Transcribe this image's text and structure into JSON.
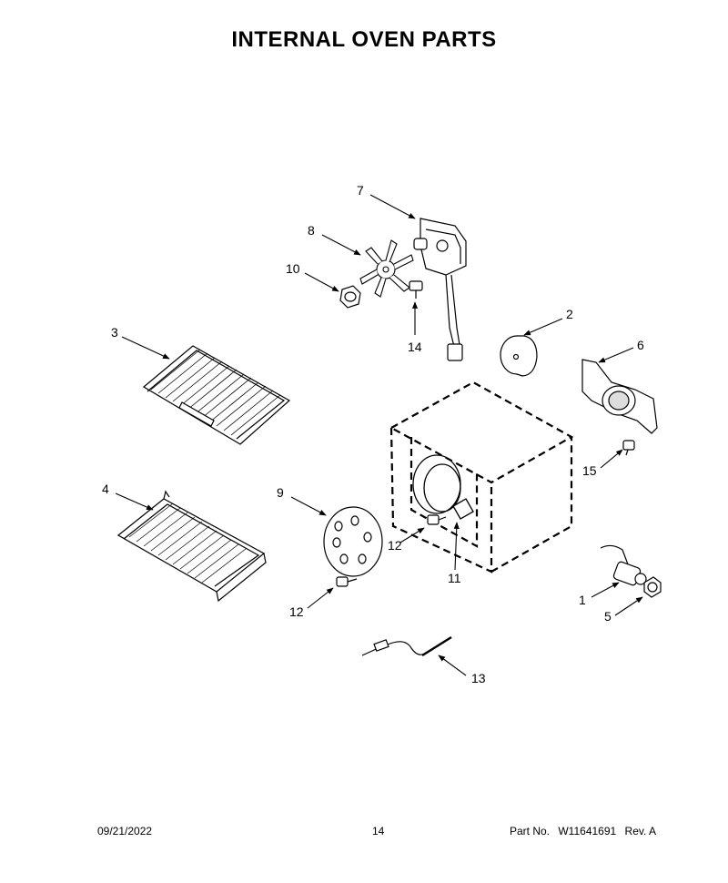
{
  "page": {
    "title": "INTERNAL OVEN PARTS"
  },
  "callouts": [
    {
      "id": "1",
      "label": "1"
    },
    {
      "id": "2",
      "label": "2"
    },
    {
      "id": "3",
      "label": "3"
    },
    {
      "id": "4",
      "label": "4"
    },
    {
      "id": "5",
      "label": "5"
    },
    {
      "id": "6",
      "label": "6"
    },
    {
      "id": "7",
      "label": "7"
    },
    {
      "id": "8",
      "label": "8"
    },
    {
      "id": "9",
      "label": "9"
    },
    {
      "id": "10",
      "label": "10"
    },
    {
      "id": "11",
      "label": "11"
    },
    {
      "id": "12a",
      "label": "12"
    },
    {
      "id": "12b",
      "label": "12"
    },
    {
      "id": "13",
      "label": "13"
    },
    {
      "id": "14",
      "label": "14"
    },
    {
      "id": "15",
      "label": "15"
    }
  ],
  "footer": {
    "date": "09/21/2022",
    "page_number": "14",
    "part_label": "Part No.",
    "part_number": "W11641691",
    "revision": "Rev. A"
  }
}
